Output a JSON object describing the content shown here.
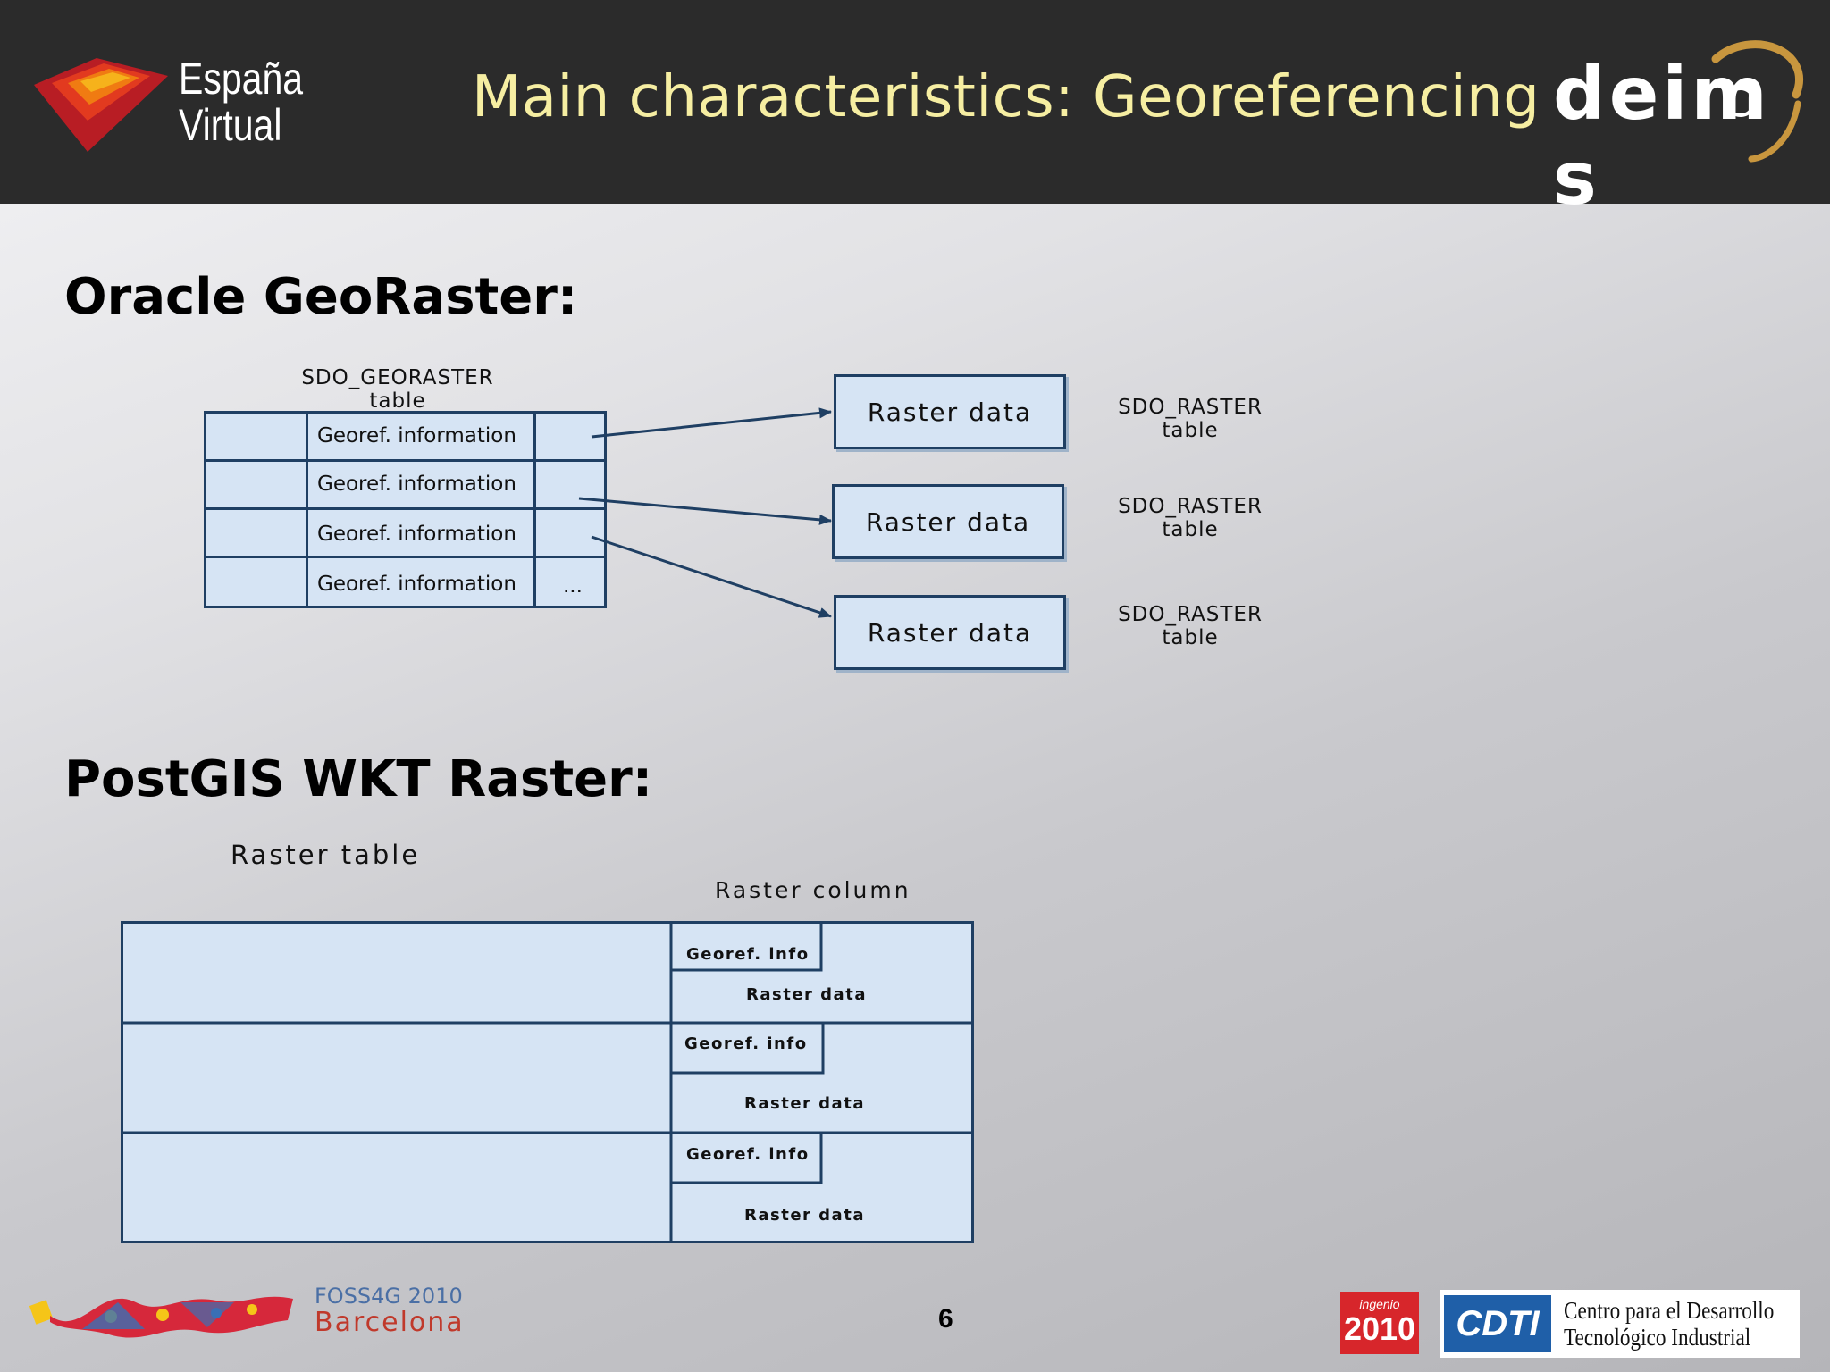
{
  "header": {
    "left_logo_name": "España Virtual",
    "left_logo_line1": "España",
    "left_logo_line2": "Virtual",
    "title": "Main characteristics: Georeferencing",
    "right_logo_name": "deimos",
    "right_logo_text": "deim s"
  },
  "oracle": {
    "heading": "Oracle GeoRaster:",
    "table_label_line1": "SDO_GEORASTER",
    "table_label_line2": "table",
    "rows": [
      {
        "info": "Georef. information",
        "extra": ""
      },
      {
        "info": "Georef. information",
        "extra": ""
      },
      {
        "info": "Georef. information",
        "extra": ""
      },
      {
        "info": "Georef. information",
        "extra": "..."
      }
    ],
    "raster_boxes": [
      "Raster data",
      "Raster data",
      "Raster data"
    ],
    "raster_tables": [
      {
        "line1": "SDO_RASTER",
        "line2": "table"
      },
      {
        "line1": "SDO_RASTER",
        "line2": "table"
      },
      {
        "line1": "SDO_RASTER",
        "line2": "table"
      }
    ]
  },
  "postgis": {
    "heading": "PostGIS WKT Raster:",
    "table_label": "Raster table",
    "column_label": "Raster column",
    "rows": [
      {
        "georef": "Georef. info",
        "raster": "Raster data"
      },
      {
        "georef": "Georef. info",
        "raster": "Raster data"
      },
      {
        "georef": "Georef. info",
        "raster": "Raster data"
      }
    ]
  },
  "footer": {
    "event_line1": "FOSS4G 2010",
    "event_line2": "Barcelona",
    "page_number": "6",
    "ingenio_top": "ingenio",
    "ingenio_year": "2010",
    "cdti_abbrev": "CDTI",
    "cdti_line1": "Centro para el Desarrollo",
    "cdti_line2": "Tecnológico Industrial"
  },
  "colors": {
    "header_bg": "#2b2b2b",
    "title": "#f6eea2",
    "cell_fill": "#d6e4f4",
    "cell_border": "#1f3f63",
    "foss_red": "#c0392b",
    "deimos_gold": "#c8963e"
  }
}
